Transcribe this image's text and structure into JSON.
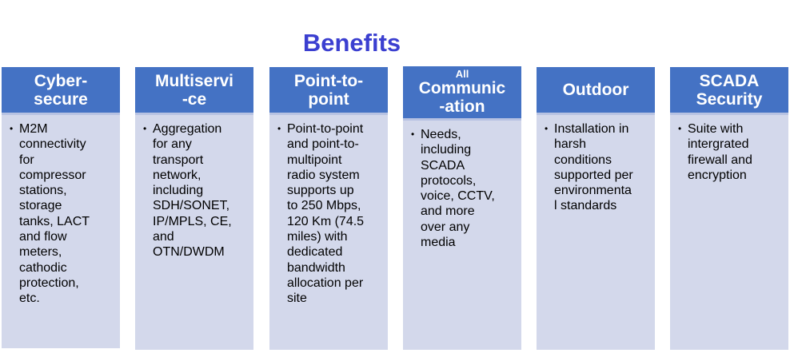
{
  "title": "Benefits",
  "columns": [
    {
      "header": "Cyber-\nsecure",
      "text": "M2M\nconnectivity\nfor\ncompressor\nstations,\nstorage\ntanks, LACT\nand flow\nmeters,\ncathodic\nprotection,\netc."
    },
    {
      "header": "Multiservi\n-ce",
      "text": "Aggregation\nfor any\ntransport\nnetwork,\nincluding\nSDH/SONET,\nIP/MPLS, CE,\nand\nOTN/DWDM"
    },
    {
      "header": "Point-to-\npoint",
      "text": "Point-to-point\nand point-to-\nmultipoint\nradio system\nsupports up\nto 250 Mbps,\n120 Km (74.5\nmiles) with\ndedicated\nbandwidth\nallocation per\nsite"
    },
    {
      "header_small": "All",
      "header": "Communic\n-ation",
      "text": "Needs,\nincluding\nSCADA\nprotocols,\nvoice, CCTV,\nand more\nover any\nmedia"
    },
    {
      "header": "Outdoor",
      "text": "Installation in\nharsh\nconditions\nsupported per\nenvironmenta\nl standards"
    },
    {
      "header": "SCADA\nSecurity",
      "text": "Suite with\nintergrated\nfirewall and\nencryption"
    }
  ],
  "bullet": "•"
}
